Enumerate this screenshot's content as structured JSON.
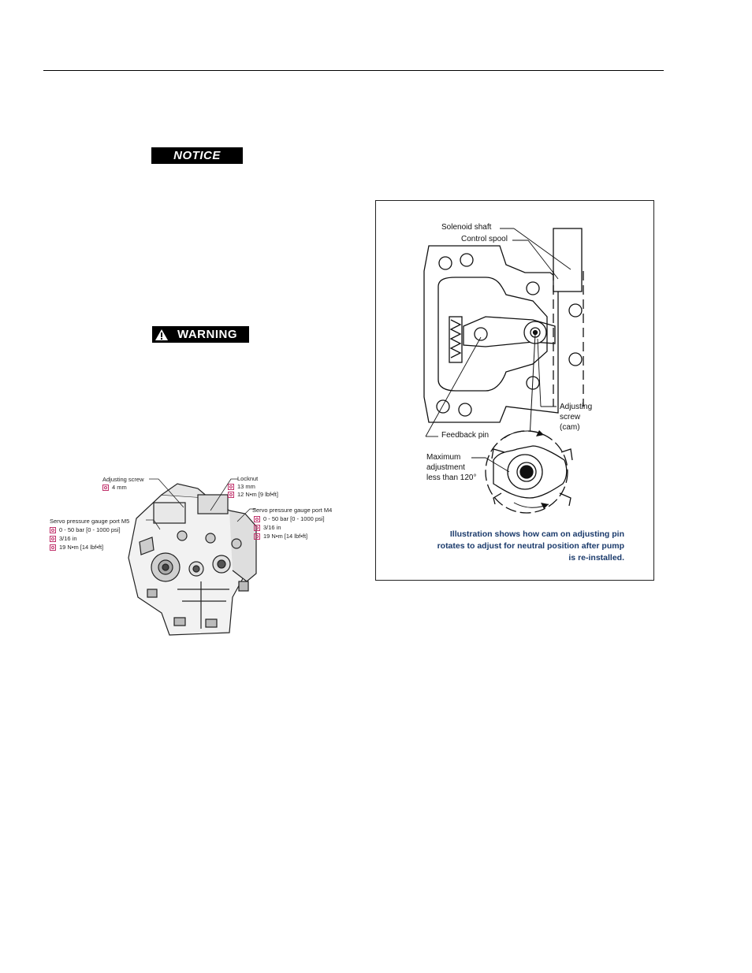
{
  "notice": {
    "label": "NOTICE"
  },
  "warning": {
    "label": "WARNING"
  },
  "cam_figure": {
    "labels": {
      "solenoid_shaft": "Solenoid shaft",
      "control_spool": "Control spool",
      "adjusting_screw": "Adjusting screw (cam)",
      "adjusting_screw_l1": "Adjusting",
      "adjusting_screw_l2": "screw",
      "adjusting_screw_l3": "(cam)",
      "feedback_pin": "Feedback pin",
      "max_adj_l1": "Maximum",
      "max_adj_l2": "adjustment",
      "max_adj_l3": "less than 120°"
    },
    "caption_l1": "Illustration shows how cam on adjusting pin",
    "caption_l2": "rotates to adjust for neutral position after pump",
    "caption_l3": "is re-installed."
  },
  "pump_figure": {
    "adjusting_screw": {
      "title": "Adjusting screw",
      "spec": "4 mm"
    },
    "locknut": {
      "title": "Locknut",
      "spec1": "13 mm",
      "spec2": "12 N•m [9 lbf•ft]"
    },
    "port_m5": {
      "title": "Servo pressure gauge port M5",
      "spec1": "0 - 50 bar [0 - 1000 psi]",
      "spec2": "3/16 in",
      "spec3": "19 N•m [14 lbf•ft]"
    },
    "port_m4": {
      "title": "Servo pressure gauge port M4",
      "spec1": "0 - 50 bar [0 - 1000 psi]",
      "spec2": "3/16 in",
      "spec3": "19 N•m [14 lbf•ft]"
    }
  }
}
